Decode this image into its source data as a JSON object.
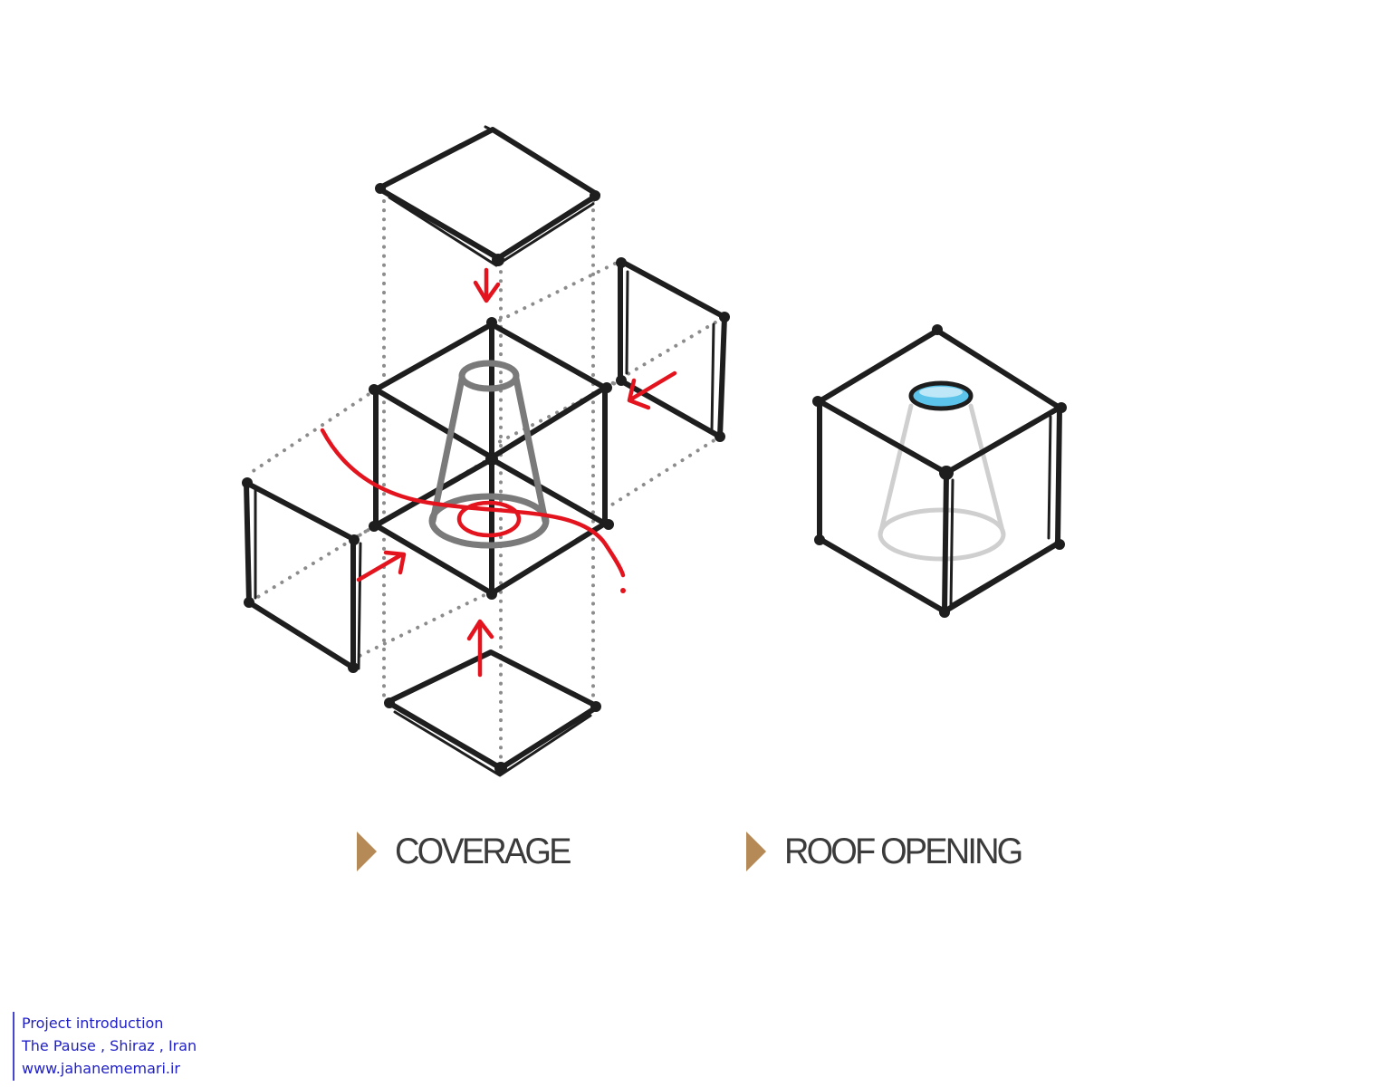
{
  "labels": {
    "coverage": "COVERAGE",
    "roof_opening": "ROOF OPENING"
  },
  "credits": {
    "line1": "Project introduction",
    "line2": "The Pause , Shiraz , Iran",
    "line3": "www.jahanememari.ir"
  },
  "colors": {
    "sketch": "#1e1e1e",
    "arrow_red": "#e3141e",
    "marker_bronze": "#b68a57",
    "opening_blue": "#5cc4ea",
    "credit_text": "#2020c8"
  }
}
